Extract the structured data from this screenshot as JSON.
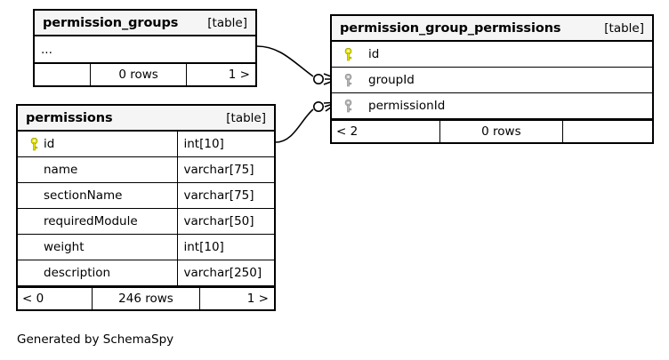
{
  "diagram": {
    "tool_credit": "Generated by SchemaSpy",
    "table_tag": "[table]",
    "pk_icon": "yellow-key-icon",
    "fk_icon": "gray-key-icon",
    "colors": {
      "primary_key": "#e8e800",
      "foreign_key": "#b0b0b0",
      "header_bg": "#f5f5f5",
      "border": "#000000",
      "background": "#ffffff"
    }
  },
  "tables": {
    "permission_groups": {
      "name": "permission_groups",
      "tag": "[table]",
      "ellipsis": "...",
      "footer": {
        "left": "",
        "middle": "0 rows",
        "right": "1 >"
      }
    },
    "permissions": {
      "name": "permissions",
      "tag": "[table]",
      "columns": [
        {
          "key": "primary",
          "name": "id",
          "type": "int[10]"
        },
        {
          "key": "none",
          "name": "name",
          "type": "varchar[75]"
        },
        {
          "key": "none",
          "name": "sectionName",
          "type": "varchar[75]"
        },
        {
          "key": "none",
          "name": "requiredModule",
          "type": "varchar[50]"
        },
        {
          "key": "none",
          "name": "weight",
          "type": "int[10]"
        },
        {
          "key": "none",
          "name": "description",
          "type": "varchar[250]"
        }
      ],
      "footer": {
        "left": "< 0",
        "middle": "246 rows",
        "right": "1 >"
      }
    },
    "permission_group_permissions": {
      "name": "permission_group_permissions",
      "tag": "[table]",
      "columns": [
        {
          "key": "primary",
          "name": "id"
        },
        {
          "key": "foreign",
          "name": "groupId"
        },
        {
          "key": "foreign",
          "name": "permissionId"
        }
      ],
      "footer": {
        "left": "< 2",
        "middle": "0 rows",
        "right": ""
      }
    }
  },
  "relationships": [
    {
      "from": "permission_groups",
      "to": "permission_group_permissions.groupId"
    },
    {
      "from": "permissions.id",
      "to": "permission_group_permissions.permissionId"
    }
  ]
}
